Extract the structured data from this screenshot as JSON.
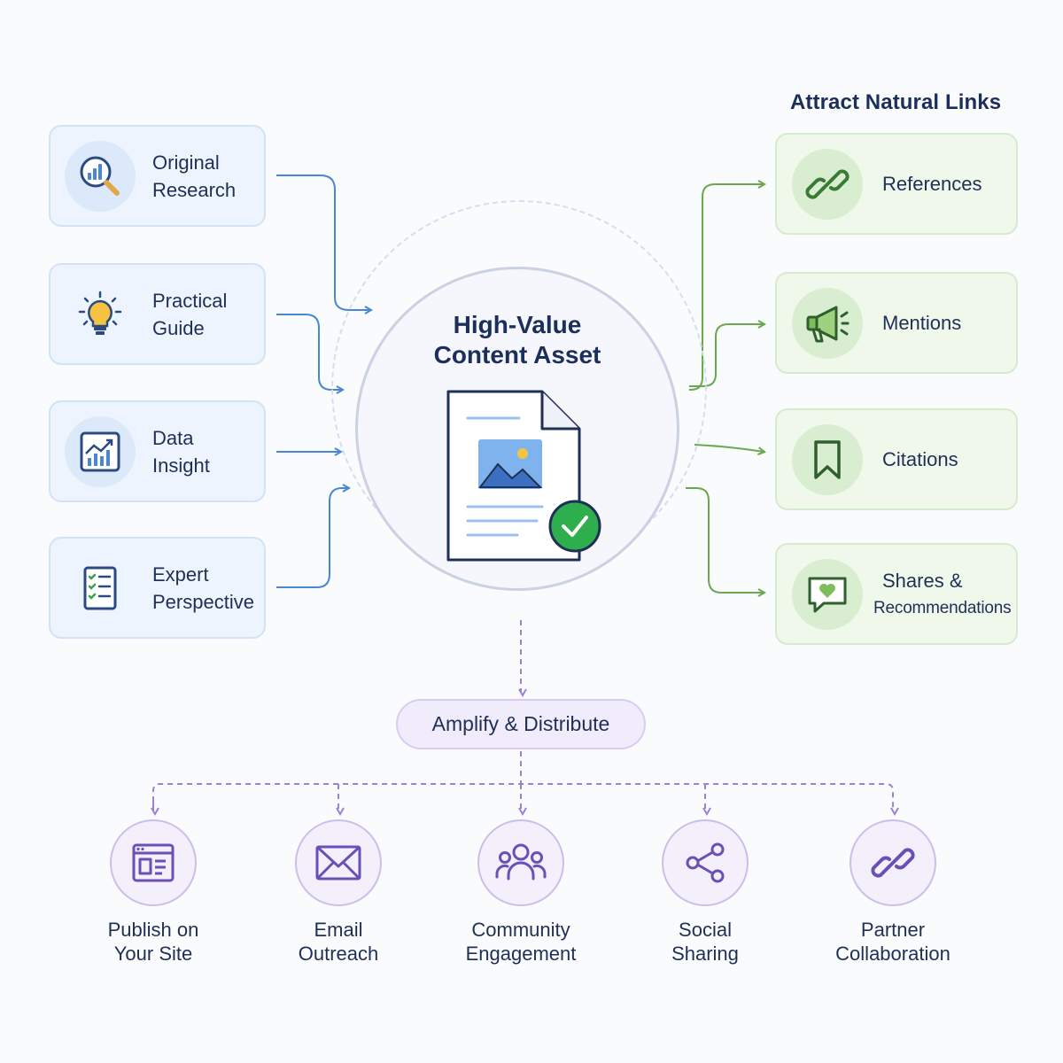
{
  "inputs": [
    {
      "label": "Original\nResearch",
      "icon": "research-magnifier-icon"
    },
    {
      "label": "Practical\nGuide",
      "icon": "lightbulb-icon"
    },
    {
      "label": "Data\nInsight",
      "icon": "chart-trend-icon"
    },
    {
      "label": "Expert\nPerspective",
      "icon": "checklist-icon"
    }
  ],
  "hub": {
    "title": "High-Value\nContent Asset",
    "icon": "document-check-icon"
  },
  "outputs_title": "Attract Natural Links",
  "outputs": [
    {
      "label": "References",
      "icon": "link-icon"
    },
    {
      "label": "Mentions",
      "icon": "megaphone-icon"
    },
    {
      "label": "Citations",
      "icon": "bookmark-icon"
    },
    {
      "label": "Shares &",
      "sublabel": "Recommendations",
      "icon": "chat-heart-icon"
    }
  ],
  "distribute_label": "Amplify & Distribute",
  "channels": [
    {
      "label": "Publish on\nYour Site",
      "icon": "browser-window-icon"
    },
    {
      "label": "Email\nOutreach",
      "icon": "envelope-icon"
    },
    {
      "label": "Community\nEngagement",
      "icon": "people-group-icon"
    },
    {
      "label": "Social\nSharing",
      "icon": "share-nodes-icon"
    },
    {
      "label": "Partner\nCollaboration",
      "icon": "link-icon"
    }
  ],
  "colors": {
    "input_accent": "#4a86d4",
    "output_accent": "#6aa84f",
    "distribute_accent": "#9b82d6",
    "heading_text": "#1b2f5a",
    "check_green": "#2fae4e"
  }
}
